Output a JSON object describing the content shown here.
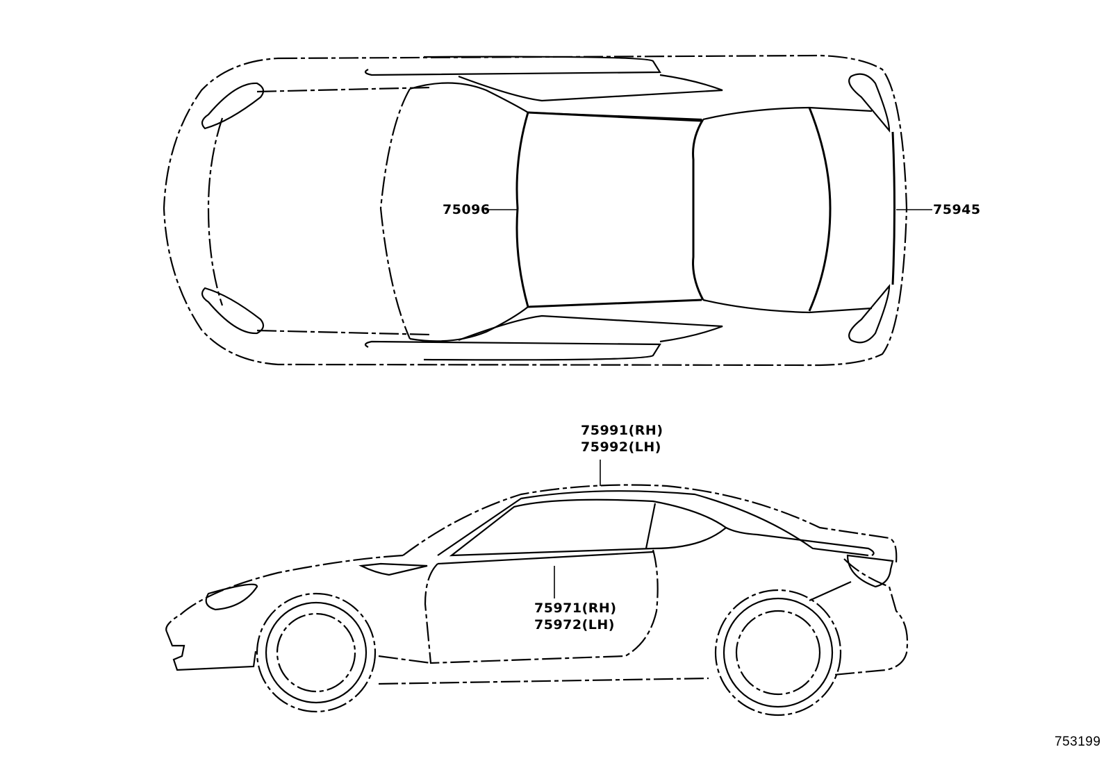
{
  "diagram": {
    "type": "parts-illustration",
    "views": [
      {
        "name": "top-view",
        "description": "Car viewed from above"
      },
      {
        "name": "side-view",
        "description": "Car viewed from the left side"
      }
    ],
    "callouts": {
      "roof_part": {
        "number": "75096"
      },
      "rear_part": {
        "number": "75945"
      },
      "roof_side": {
        "line1": "75991(RH)",
        "line2": "75992(LH)"
      },
      "belt_line": {
        "line1": "75971(RH)",
        "line2": "75972(LH)"
      }
    },
    "figure_id": "753199"
  }
}
